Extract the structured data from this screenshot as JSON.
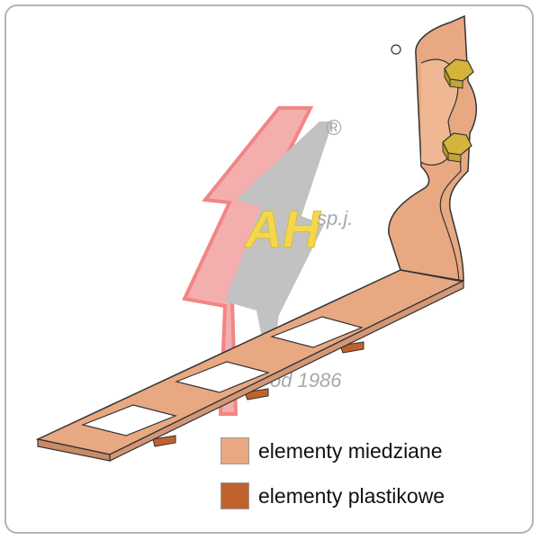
{
  "colors": {
    "copper": "#e8a882",
    "copper_dark": "#c98a66",
    "plastic": "#c0622e",
    "brass": "#d4b43a",
    "logo_red": "#f07070",
    "logo_gray": "#b8b8b8",
    "logo_yellow": "#f2d22e"
  },
  "logo": {
    "mark_letters": "AH",
    "registered": "®",
    "company_suffix": "sp.j.",
    "since": "od 1986"
  },
  "legend": [
    {
      "label": "elementy miedziane",
      "swatch_color": "#e8a882"
    },
    {
      "label": "elementy plastikowe",
      "swatch_color": "#c0622e"
    }
  ]
}
